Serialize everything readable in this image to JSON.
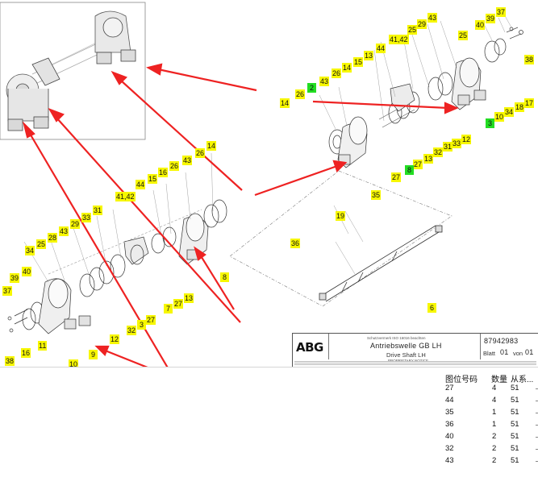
{
  "drawing": {
    "callouts_top": [
      {
        "t": "37"
      },
      {
        "t": "39"
      },
      {
        "t": "40"
      },
      {
        "t": "43"
      },
      {
        "t": "29"
      },
      {
        "t": "25"
      },
      {
        "t": "25"
      },
      {
        "t": "38"
      },
      {
        "t": "41,42"
      },
      {
        "t": "44"
      },
      {
        "t": "13"
      },
      {
        "t": "15"
      },
      {
        "t": "14"
      },
      {
        "t": "26"
      },
      {
        "t": "43"
      },
      {
        "t": "2"
      },
      {
        "t": "26"
      },
      {
        "t": "14"
      },
      {
        "t": "17"
      },
      {
        "t": "18"
      },
      {
        "t": "34"
      },
      {
        "t": "10"
      },
      {
        "t": "3"
      },
      {
        "t": "12"
      },
      {
        "t": "33"
      },
      {
        "t": "31"
      },
      {
        "t": "32"
      },
      {
        "t": "13"
      },
      {
        "t": "27"
      },
      {
        "t": "8"
      },
      {
        "t": "27"
      }
    ],
    "callouts_mid": [
      {
        "t": "35"
      },
      {
        "t": "19"
      },
      {
        "t": "36"
      },
      {
        "t": "6"
      }
    ],
    "callouts_left": [
      {
        "t": "14"
      },
      {
        "t": "26"
      },
      {
        "t": "43"
      },
      {
        "t": "26"
      },
      {
        "t": "16"
      },
      {
        "t": "15"
      },
      {
        "t": "44"
      },
      {
        "t": "41,42"
      },
      {
        "t": "31"
      },
      {
        "t": "33"
      },
      {
        "t": "29"
      },
      {
        "t": "43"
      },
      {
        "t": "28"
      },
      {
        "t": "25"
      },
      {
        "t": "34"
      },
      {
        "t": "40"
      },
      {
        "t": "39"
      },
      {
        "t": "37"
      },
      {
        "t": "8"
      },
      {
        "t": "13"
      },
      {
        "t": "27"
      },
      {
        "t": "7"
      },
      {
        "t": "27"
      },
      {
        "t": "3"
      },
      {
        "t": "32"
      },
      {
        "t": "12"
      },
      {
        "t": "9"
      },
      {
        "t": "11"
      },
      {
        "t": "10"
      },
      {
        "t": "16"
      },
      {
        "t": "38"
      }
    ]
  },
  "titleblock": {
    "logo": "ABG",
    "small_header": "Schutzvermerk ISO 16016 beachten",
    "title_de": "Antriebswelle GB LH",
    "title_en": "Drive Shaft LH",
    "note": "PROPRIETARY NOTICE",
    "drawing_number": "87942983",
    "sheet_label": "Blatt",
    "sheet_value": "01",
    "of_label": "von",
    "of_value": "01"
  },
  "table": {
    "headers": {
      "pos": "图位号码",
      "qty": "数量",
      "sys": "从系..."
    },
    "rows": [
      {
        "pos": "27",
        "qty": "4",
        "sys": "51"
      },
      {
        "pos": "44",
        "qty": "4",
        "sys": "51"
      },
      {
        "pos": "35",
        "qty": "1",
        "sys": "51"
      },
      {
        "pos": "36",
        "qty": "1",
        "sys": "51"
      },
      {
        "pos": "40",
        "qty": "2",
        "sys": "51"
      },
      {
        "pos": "32",
        "qty": "2",
        "sys": "51"
      },
      {
        "pos": "43",
        "qty": "2",
        "sys": "51"
      }
    ]
  },
  "colors": {
    "callout": "#f7f700",
    "callout_green": "#22dd22",
    "arrow": "#ee2222",
    "line": "#333333"
  }
}
